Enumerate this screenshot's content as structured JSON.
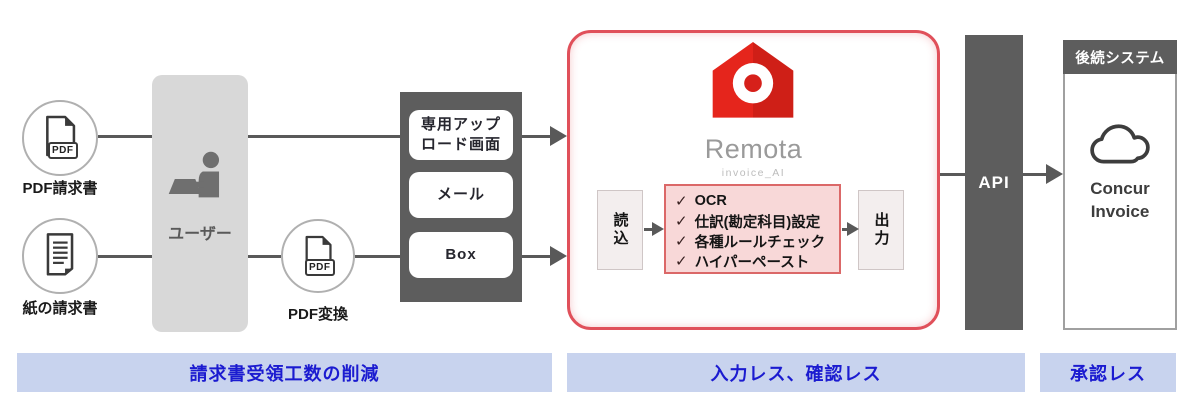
{
  "left": {
    "pdf_source_label": "PDF請求書",
    "paper_source_label": "紙の請求書",
    "user_label": "ユーザー",
    "pdf_convert_label": "PDF変換",
    "pdf_badge": "PDF"
  },
  "hub": {
    "channels": [
      "専用アップロード画面",
      "メール",
      "Box"
    ]
  },
  "remota": {
    "name": "Remota",
    "subtitle": "invoice_AI",
    "input_label": "読込",
    "output_label": "出力",
    "check_glyph": "✓",
    "checklist": [
      "OCR",
      "仕訳(勘定科目)設定",
      "各種ルールチェック",
      "ハイパーペースト"
    ]
  },
  "api_label": "API",
  "downstream": {
    "header": "後続システム",
    "service": "Concur Invoice"
  },
  "benefits": [
    "請求書受領工数の削減",
    "入力レス、確認レス",
    "承認レス"
  ],
  "colors": {
    "accent_red": "#e0505a",
    "logo_red": "#e5251c",
    "logo_red_dark": "#cf1f17",
    "dark_gray": "#5d5d5d",
    "line_gray": "#595959",
    "benefit_bg": "#c8d3ee",
    "benefit_text": "#1b1bd0",
    "checklist_bg": "#f8d8d8",
    "checklist_border": "#db6868"
  }
}
